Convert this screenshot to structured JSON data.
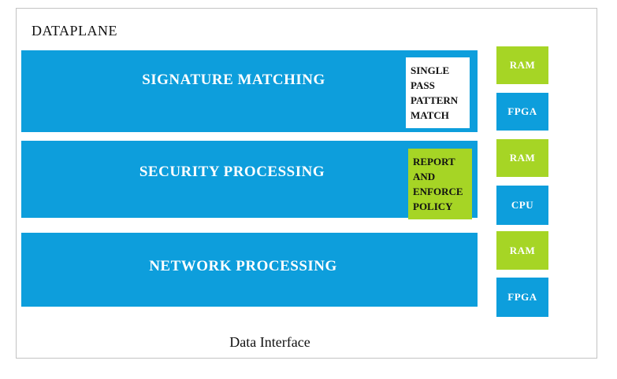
{
  "page": {
    "title": "DATAPLANE",
    "footer": "Data Interface"
  },
  "colors": {
    "bar_blue": "#0d9edc",
    "chip_green": "#a6d525",
    "frame_border": "#c3c3c3",
    "bar_label_text": "#ffffff",
    "inner_box_text": "#111111"
  },
  "bars": [
    {
      "label": "SIGNATURE MATCHING",
      "inner_box": {
        "variant": "white",
        "lines": [
          "SINGLE",
          "PASS",
          "PATTERN",
          "MATCH"
        ]
      }
    },
    {
      "label": "SECURITY PROCESSING",
      "inner_box": {
        "variant": "green",
        "lines": [
          "REPORT",
          "AND",
          "ENFORCE",
          "POLICY"
        ]
      }
    },
    {
      "label": "NETWORK PROCESSING"
    }
  ],
  "chips": [
    {
      "label": "RAM",
      "variant": "green"
    },
    {
      "label": "FPGA",
      "variant": "blue"
    },
    {
      "label": "RAM",
      "variant": "green"
    },
    {
      "label": "CPU",
      "variant": "blue"
    },
    {
      "label": "RAM",
      "variant": "green"
    },
    {
      "label": "FPGA",
      "variant": "blue"
    }
  ]
}
